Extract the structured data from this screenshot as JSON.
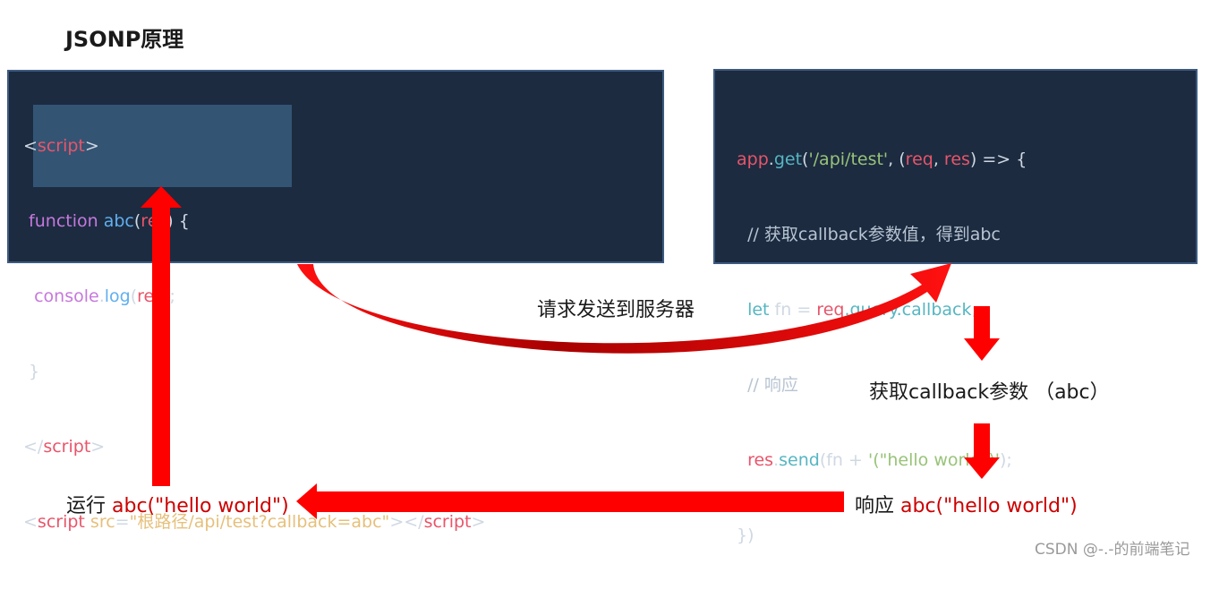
{
  "title": "JSONP原理",
  "left_code": {
    "line1": {
      "open": "<",
      "tag": "script",
      "close": ">"
    },
    "line2": {
      "indent": " ",
      "kw": "function",
      "sp": " ",
      "fn": "abc",
      "p1": "(",
      "param": "res",
      "p2": ") {"
    },
    "line3": {
      "indent": "  ",
      "obj": "console",
      "dot": ".",
      "fn": "log",
      "p1": "(",
      "param": "res",
      "p2": ");"
    },
    "line4": {
      "indent": " ",
      "brace": "}"
    },
    "line5": {
      "open": "</",
      "tag": "script",
      "close": ">"
    },
    "line6": {
      "open": "<",
      "tag": "script",
      "sp": " ",
      "attr": "src",
      "eq": "=",
      "val": "\"根路径/api/test?callback=abc\"",
      "close": "></",
      "tag2": "script",
      "close2": ">"
    }
  },
  "right_code": {
    "line1": {
      "obj": "app",
      "dot": ".",
      "fn": "get",
      "p1": "(",
      "str": "'/api/test'",
      "p2": ", (",
      "a1": "req",
      "c": ", ",
      "a2": "res",
      "p3": ") => {"
    },
    "line2": {
      "text": "  // 获取callback参数值，得到abc"
    },
    "line3": {
      "indent": "  ",
      "kw": "let",
      "rest": " fn = ",
      "obj": "req",
      "prop": ".query.callback",
      "end": ";"
    },
    "line4": {
      "text": "  // 响应"
    },
    "line5": {
      "indent": "  ",
      "obj": "res",
      "dot": ".",
      "fn": "send",
      "p1": "(fn + ",
      "str": "'(\"hello world\")'",
      "p2": ");"
    },
    "line6": {
      "text": "})"
    }
  },
  "labels": {
    "request": "请求发送到服务器",
    "get_param": "获取callback参数 （abc）",
    "respond_prefix": "响应 ",
    "respond_code": "abc(\"hello world\")",
    "run_prefix": "运行 ",
    "run_code": "abc(\"hello world\")"
  },
  "watermark": "CSDN @-.-的前端笔记",
  "colors": {
    "arrow": "#ff0000",
    "code_bg": "#1c2b40",
    "highlight": "#345474"
  }
}
